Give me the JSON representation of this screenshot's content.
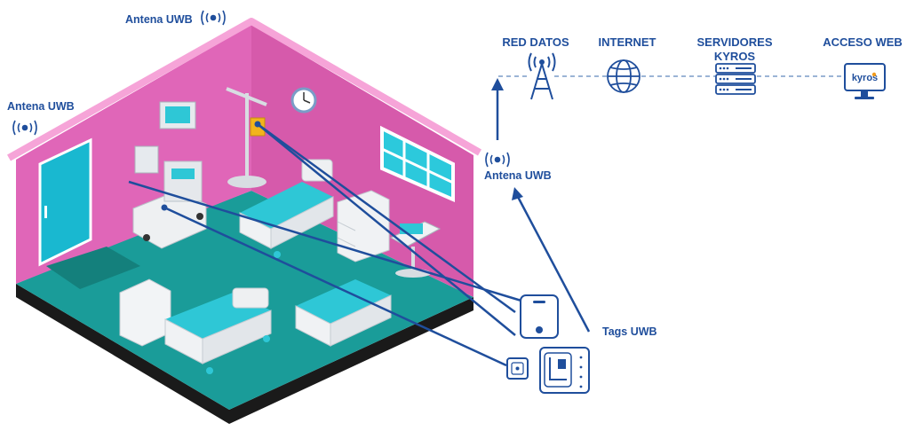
{
  "labels": {
    "antena_top": "Antena UWB",
    "antena_left": "Antena UWB",
    "antena_right": "Antena UWB",
    "tags": "Tags UWB"
  },
  "network": {
    "nodes": [
      "RED DATOS",
      "INTERNET",
      "SERVIDORES",
      "KYROS",
      "ACCESO WEB"
    ],
    "logo_text": "kyros"
  },
  "icons": {
    "antenna": "uwb-signal-icon",
    "tower": "radio-tower-icon",
    "globe": "globe-icon",
    "servers": "server-rack-icon",
    "monitor": "monitor-icon"
  },
  "colors": {
    "label_blue": "#1f4e9c",
    "wall_pink": "#e066b8",
    "floor_teal": "#1a9c99",
    "furniture_cyan": "#2ec7d6",
    "dashed_line": "#7a9cc7"
  }
}
